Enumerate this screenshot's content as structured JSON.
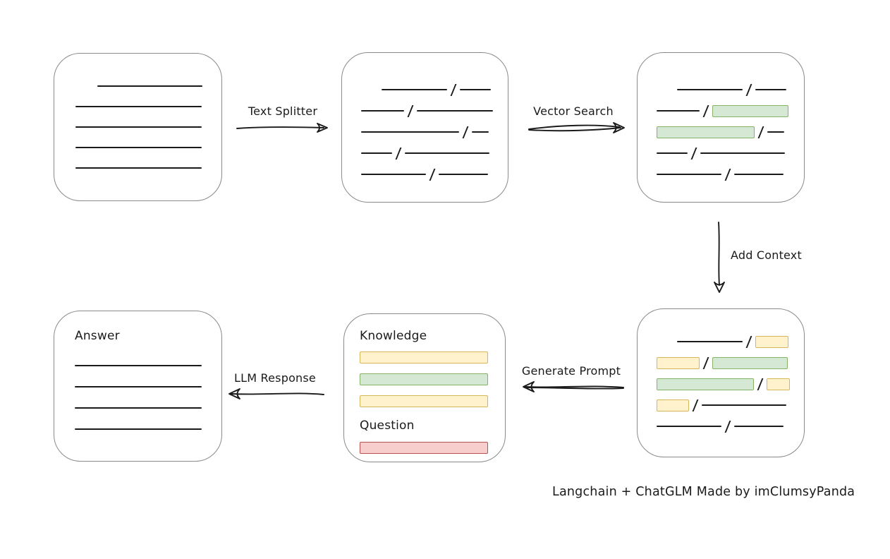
{
  "caption": "Langchain + ChatGLM Made by imClumsyPanda",
  "labels": {
    "text_splitter": "Text Splitter",
    "vector_search": "Vector Search",
    "add_context": "Add Context",
    "generate_prompt": "Generate Prompt",
    "llm_response": "LLM Response"
  },
  "colors": {
    "green_fill": "#d5e8d4",
    "green_border": "#82b366",
    "yellow_fill": "#fff2cc",
    "yellow_border": "#d6b656",
    "red_fill": "#f8cecc",
    "red_border": "#b85450",
    "stroke": "#1a1a1a",
    "box_border": "#8a8a8a"
  },
  "boxes": {
    "source_document": {
      "rows": [
        [
          {
            "t": "gap",
            "w": 31
          },
          {
            "t": "line",
            "w": 149
          }
        ],
        [
          {
            "t": "line",
            "w": 179
          }
        ],
        [
          {
            "t": "line",
            "w": 179
          }
        ],
        [
          {
            "t": "line",
            "w": 179
          }
        ],
        [
          {
            "t": "line",
            "w": 179
          }
        ]
      ]
    },
    "split_text": {
      "rows": [
        [
          {
            "t": "gap",
            "w": 29
          },
          {
            "t": "line",
            "w": 93
          },
          {
            "t": "slash"
          },
          {
            "t": "line",
            "w": 44
          }
        ],
        [
          {
            "t": "line",
            "w": 61
          },
          {
            "t": "slash"
          },
          {
            "t": "line",
            "w": 108
          }
        ],
        [
          {
            "t": "line",
            "w": 139
          },
          {
            "t": "slash"
          },
          {
            "t": "line",
            "w": 24
          }
        ],
        [
          {
            "t": "line",
            "w": 44
          },
          {
            "t": "slash"
          },
          {
            "t": "line",
            "w": 120
          }
        ],
        [
          {
            "t": "line",
            "w": 92
          },
          {
            "t": "slash"
          },
          {
            "t": "line",
            "w": 70
          }
        ]
      ]
    },
    "vector_matches": {
      "rows": [
        [
          {
            "t": "gap",
            "w": 29
          },
          {
            "t": "line",
            "w": 93
          },
          {
            "t": "slash"
          },
          {
            "t": "line",
            "w": 44
          }
        ],
        [
          {
            "t": "line",
            "w": 61
          },
          {
            "t": "slash"
          },
          {
            "t": "chip",
            "c": "green",
            "w": 108
          }
        ],
        [
          {
            "t": "chip",
            "c": "green",
            "w": 139
          },
          {
            "t": "slash"
          },
          {
            "t": "line",
            "w": 24
          }
        ],
        [
          {
            "t": "line",
            "w": 44
          },
          {
            "t": "slash"
          },
          {
            "t": "line",
            "w": 120
          }
        ],
        [
          {
            "t": "line",
            "w": 92
          },
          {
            "t": "slash"
          },
          {
            "t": "line",
            "w": 70
          }
        ]
      ]
    },
    "context_chunks": {
      "rows": [
        [
          {
            "t": "gap",
            "w": 29
          },
          {
            "t": "line",
            "w": 93
          },
          {
            "t": "slash"
          },
          {
            "t": "chip",
            "c": "yellow",
            "w": 47
          }
        ],
        [
          {
            "t": "chip",
            "c": "yellow",
            "w": 61
          },
          {
            "t": "slash"
          },
          {
            "t": "chip",
            "c": "green",
            "w": 107
          }
        ],
        [
          {
            "t": "chip",
            "c": "green",
            "w": 138
          },
          {
            "t": "slash"
          },
          {
            "t": "chip",
            "c": "yellow",
            "w": 33
          }
        ],
        [
          {
            "t": "chip",
            "c": "yellow",
            "w": 46
          },
          {
            "t": "slash"
          },
          {
            "t": "line",
            "w": 120
          }
        ],
        [
          {
            "t": "line",
            "w": 92
          },
          {
            "t": "slash"
          },
          {
            "t": "line",
            "w": 70
          }
        ]
      ]
    },
    "prompt": {
      "knowledge_title": "Knowledge",
      "knowledge_bars": [
        [
          {
            "t": "chip",
            "c": "yellow",
            "w": 182
          }
        ],
        [
          {
            "t": "chip",
            "c": "green",
            "w": 182
          }
        ],
        [
          {
            "t": "chip",
            "c": "yellow",
            "w": 182
          }
        ]
      ],
      "question_title": "Question",
      "question_bar": [
        [
          {
            "t": "chip",
            "c": "red",
            "w": 182
          }
        ]
      ]
    },
    "answer": {
      "title": "Answer",
      "rows": [
        [
          {
            "t": "line",
            "w": 180
          }
        ],
        [
          {
            "t": "line",
            "w": 180
          }
        ],
        [
          {
            "t": "line",
            "w": 180
          }
        ],
        [
          {
            "t": "line",
            "w": 180
          }
        ]
      ]
    }
  }
}
